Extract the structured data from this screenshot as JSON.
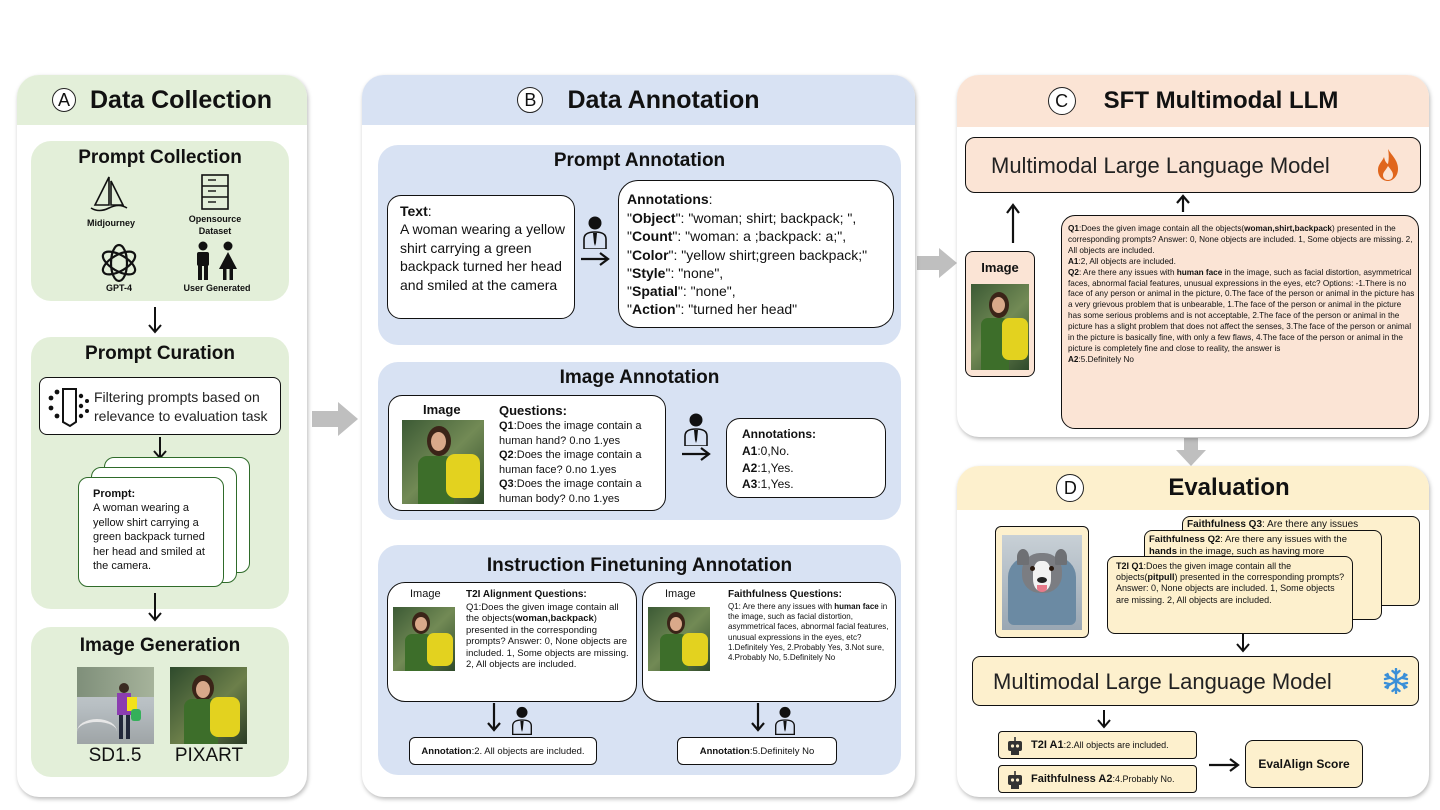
{
  "panel_a": {
    "letter": "A",
    "title": "Data Collection",
    "prompt_collection": {
      "title": "Prompt Collection",
      "sources": [
        "Midjourney",
        "Opensource Dataset",
        "GPT-4",
        "User Generated"
      ]
    },
    "prompt_curation": {
      "title": "Prompt Curation",
      "filter_text": "Filtering prompts based on relevance to evaluation task",
      "prompt_label": "Prompt:",
      "prompt_text": "A woman wearing a yellow shirt carrying a green backpack turned her head and smiled at the camera."
    },
    "image_generation": {
      "title": "Image Generation",
      "models": [
        "SD1.5",
        "PIXART"
      ]
    }
  },
  "panel_b": {
    "letter": "B",
    "title": "Data Annotation",
    "prompt_annotation": {
      "title": "Prompt Annotation",
      "text_label": "Text",
      "text_body": "A woman wearing a yellow shirt carrying a green backpack turned her head and smiled at the camera",
      "annotations_label": "Annotations",
      "annotations": [
        {
          "key": "Object",
          "value": ": \"woman; shirt; backpack; \","
        },
        {
          "key": "Count",
          "value": ": \"woman: a ;backpack: a;\","
        },
        {
          "key": "Color",
          "value": ": \"yellow shirt;green backpack;\""
        },
        {
          "key": "Style",
          "value": ": \"none\","
        },
        {
          "key": "Spatial",
          "value": ": \"none\","
        },
        {
          "key": "Action",
          "value": ": \"turned her head\""
        }
      ]
    },
    "image_annotation": {
      "title": "Image Annotation",
      "image_label": "Image",
      "questions_label": "Questions:",
      "questions": [
        {
          "id": "Q1",
          "text": ":Does the image contain a human hand? 0.no 1.yes"
        },
        {
          "id": "Q2",
          "text": ":Does the image contain a human face? 0.no 1.yes"
        },
        {
          "id": "Q3",
          "text": ":Does the image contain a human body? 0.no 1.yes"
        }
      ],
      "annotations_label": "Annotations:",
      "answers": [
        {
          "id": "A1",
          "text": ":0,No."
        },
        {
          "id": "A2",
          "text": ":1,Yes."
        },
        {
          "id": "A3",
          "text": ":1,Yes."
        }
      ]
    },
    "instruction_annotation": {
      "title": "Instruction Finetuning Annotation",
      "left": {
        "image_label": "Image",
        "heading": "T2I Alignment Questions:",
        "q_pre": "Q1:Does the given image contain all the objects(",
        "q_bold": "woman,backpack",
        "q_post": ") presented in the corresponding prompts? Answer: 0, None objects are included. 1, Some objects are missing. 2, All objects are included.",
        "annotation_key": "Annotation",
        "annotation_value": ":2. All objects are included."
      },
      "right": {
        "image_label": "Image",
        "heading": "Faithfulness Questions:",
        "q_pre": "Q1: Are there any issues with ",
        "q_bold": "human face",
        "q_post": " in the image, such as facial distortion, asymmetrical faces, abnormal facial features, unusual expressions in the eyes, etc?1.Definitely Yes, 2.Probably Yes, 3.Not sure, 4.Probably No, 5.Definitely No",
        "annotation_key": "Annotation",
        "annotation_value": ":5.Definitely No"
      }
    }
  },
  "panel_c": {
    "letter": "C",
    "title": "SFT Multimodal LLM",
    "model_label": "Multimodal Large Language Model",
    "image_label": "Image",
    "q1_id": "Q1",
    "q1_pre": ":Does the given image contain all the objects(",
    "q1_bold": "woman,shirt,backpack",
    "q1_post": ") presented in the corresponding prompts? Answer: 0, None objects are included. 1, Some objects are missing. 2, All objects are included.",
    "a1_id": "A1",
    "a1_text": ":2, All objects are included.",
    "q2_id": "Q2",
    "q2_pre": ": Are there any issues with ",
    "q2_bold": "human face",
    "q2_post": " in the image, such as facial distortion, asymmetrical faces, abnormal facial features, unusual expressions in the eyes, etc? Options: -1.There is no face of any person or animal in the picture, 0.The face of the person or animal in the picture has a very grievous problem that is unbearable, 1.The face of the person or animal in the picture has some serious problems and is not acceptable, 2.The face of the person or animal in the picture has a slight problem that does not affect the senses, 3.The face of the person or animal in the picture is basically fine, with only a few flaws, 4.The face of the person or animal in the picture is completely fine and close to reality, the answer is",
    "a2_id": "A2",
    "a2_text": ":5.Definitely No"
  },
  "panel_d": {
    "letter": "D",
    "title": "Evaluation",
    "card3_key": "Faithfulness Q3",
    "card3_text": ": Are there any issues",
    "card2_key": "Faithfulness Q2",
    "card2_pre": ": Are there any issues with the ",
    "card2_bold": "hands",
    "card2_post": " in the image, such as having more",
    "card1_key": "T2I Q1",
    "card1_pre": ":Does the given image contain all the objects(",
    "card1_bold": "pitpull",
    "card1_post": ") presented in the corresponding prompts? Answer: 0, None objects are included. 1, Some objects are missing. 2, All objects are included.",
    "model_label": "Multimodal Large Language Model",
    "result1_key": "T2I A1",
    "result1_value": ":2.All objects are included.",
    "result2_key": "Faithfulness A2",
    "result2_value": ":4.Probably No.",
    "score_label": "EvalAlign Score"
  },
  "colors": {
    "panel_a_bg": "#e3efd9",
    "panel_b_bg": "#d8e2f3",
    "panel_c_bg": "#fbe4d5",
    "panel_d_bg": "#fdf0cd",
    "gray_arrow": "#bfbfbf"
  }
}
